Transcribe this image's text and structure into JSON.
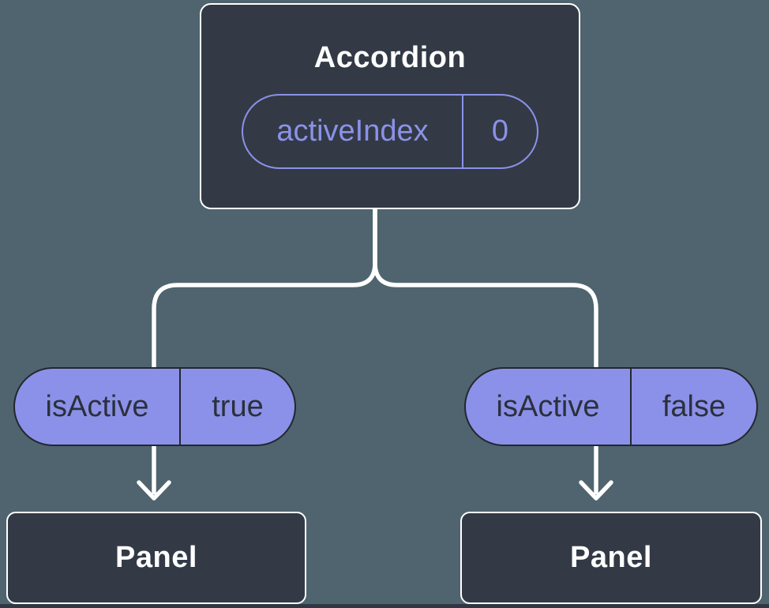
{
  "diagram": {
    "description": "Component tree diagram: Accordion parent holding state, passing props to two Panel children",
    "colors": {
      "background": "#4F646E",
      "node_fill": "#333A46",
      "node_border": "#FFFFFF",
      "accent_purple": "#8B92E9",
      "prop_pill_fill": "#8B91E8",
      "prop_pill_border": "#23272F",
      "prop_text": "#2B303C",
      "connector": "#FFFFFF",
      "bottom_strip": "#303743"
    },
    "root": {
      "title": "Accordion",
      "state": {
        "name": "activeIndex",
        "value": "0"
      }
    },
    "branches": [
      {
        "prop": {
          "name": "isActive",
          "value": "true"
        },
        "child": {
          "title": "Panel"
        }
      },
      {
        "prop": {
          "name": "isActive",
          "value": "false"
        },
        "child": {
          "title": "Panel"
        }
      }
    ]
  }
}
